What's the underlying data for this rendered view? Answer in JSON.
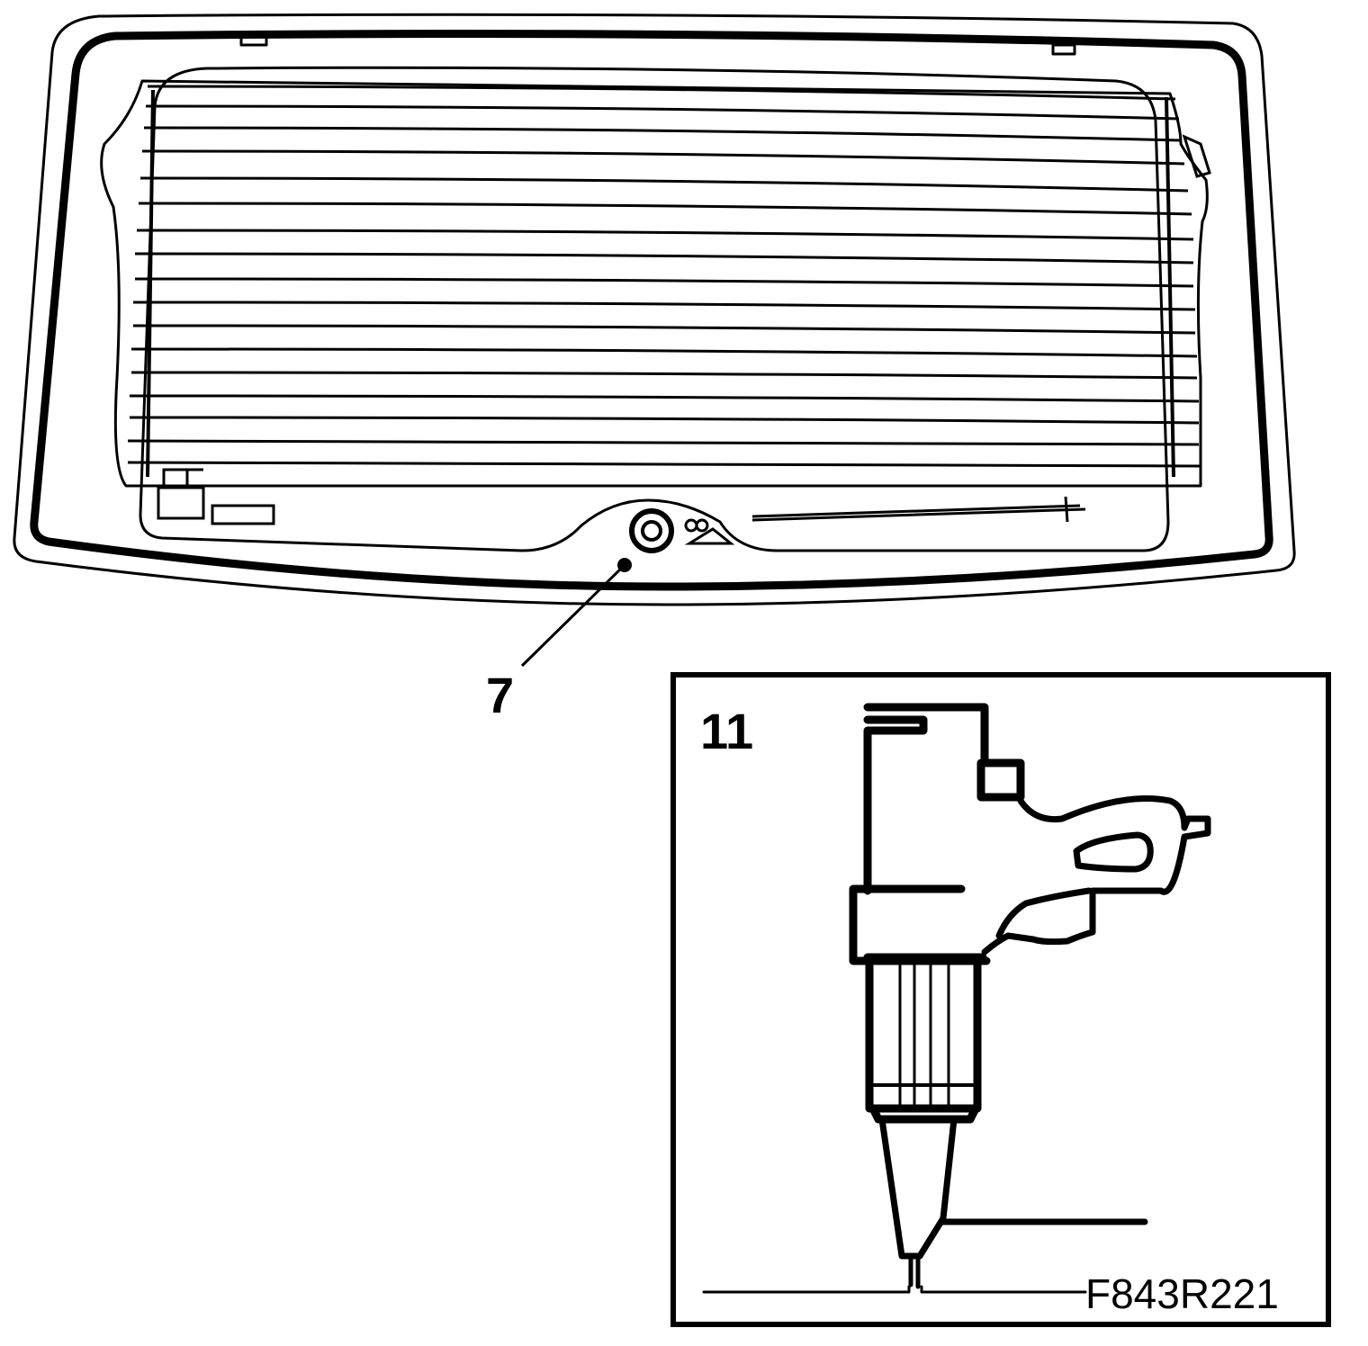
{
  "callouts": {
    "window_label": "7",
    "inset_label": "11"
  },
  "figure_code": "F843R221",
  "colors": {
    "ink": "#000000",
    "paper": "#ffffff"
  }
}
